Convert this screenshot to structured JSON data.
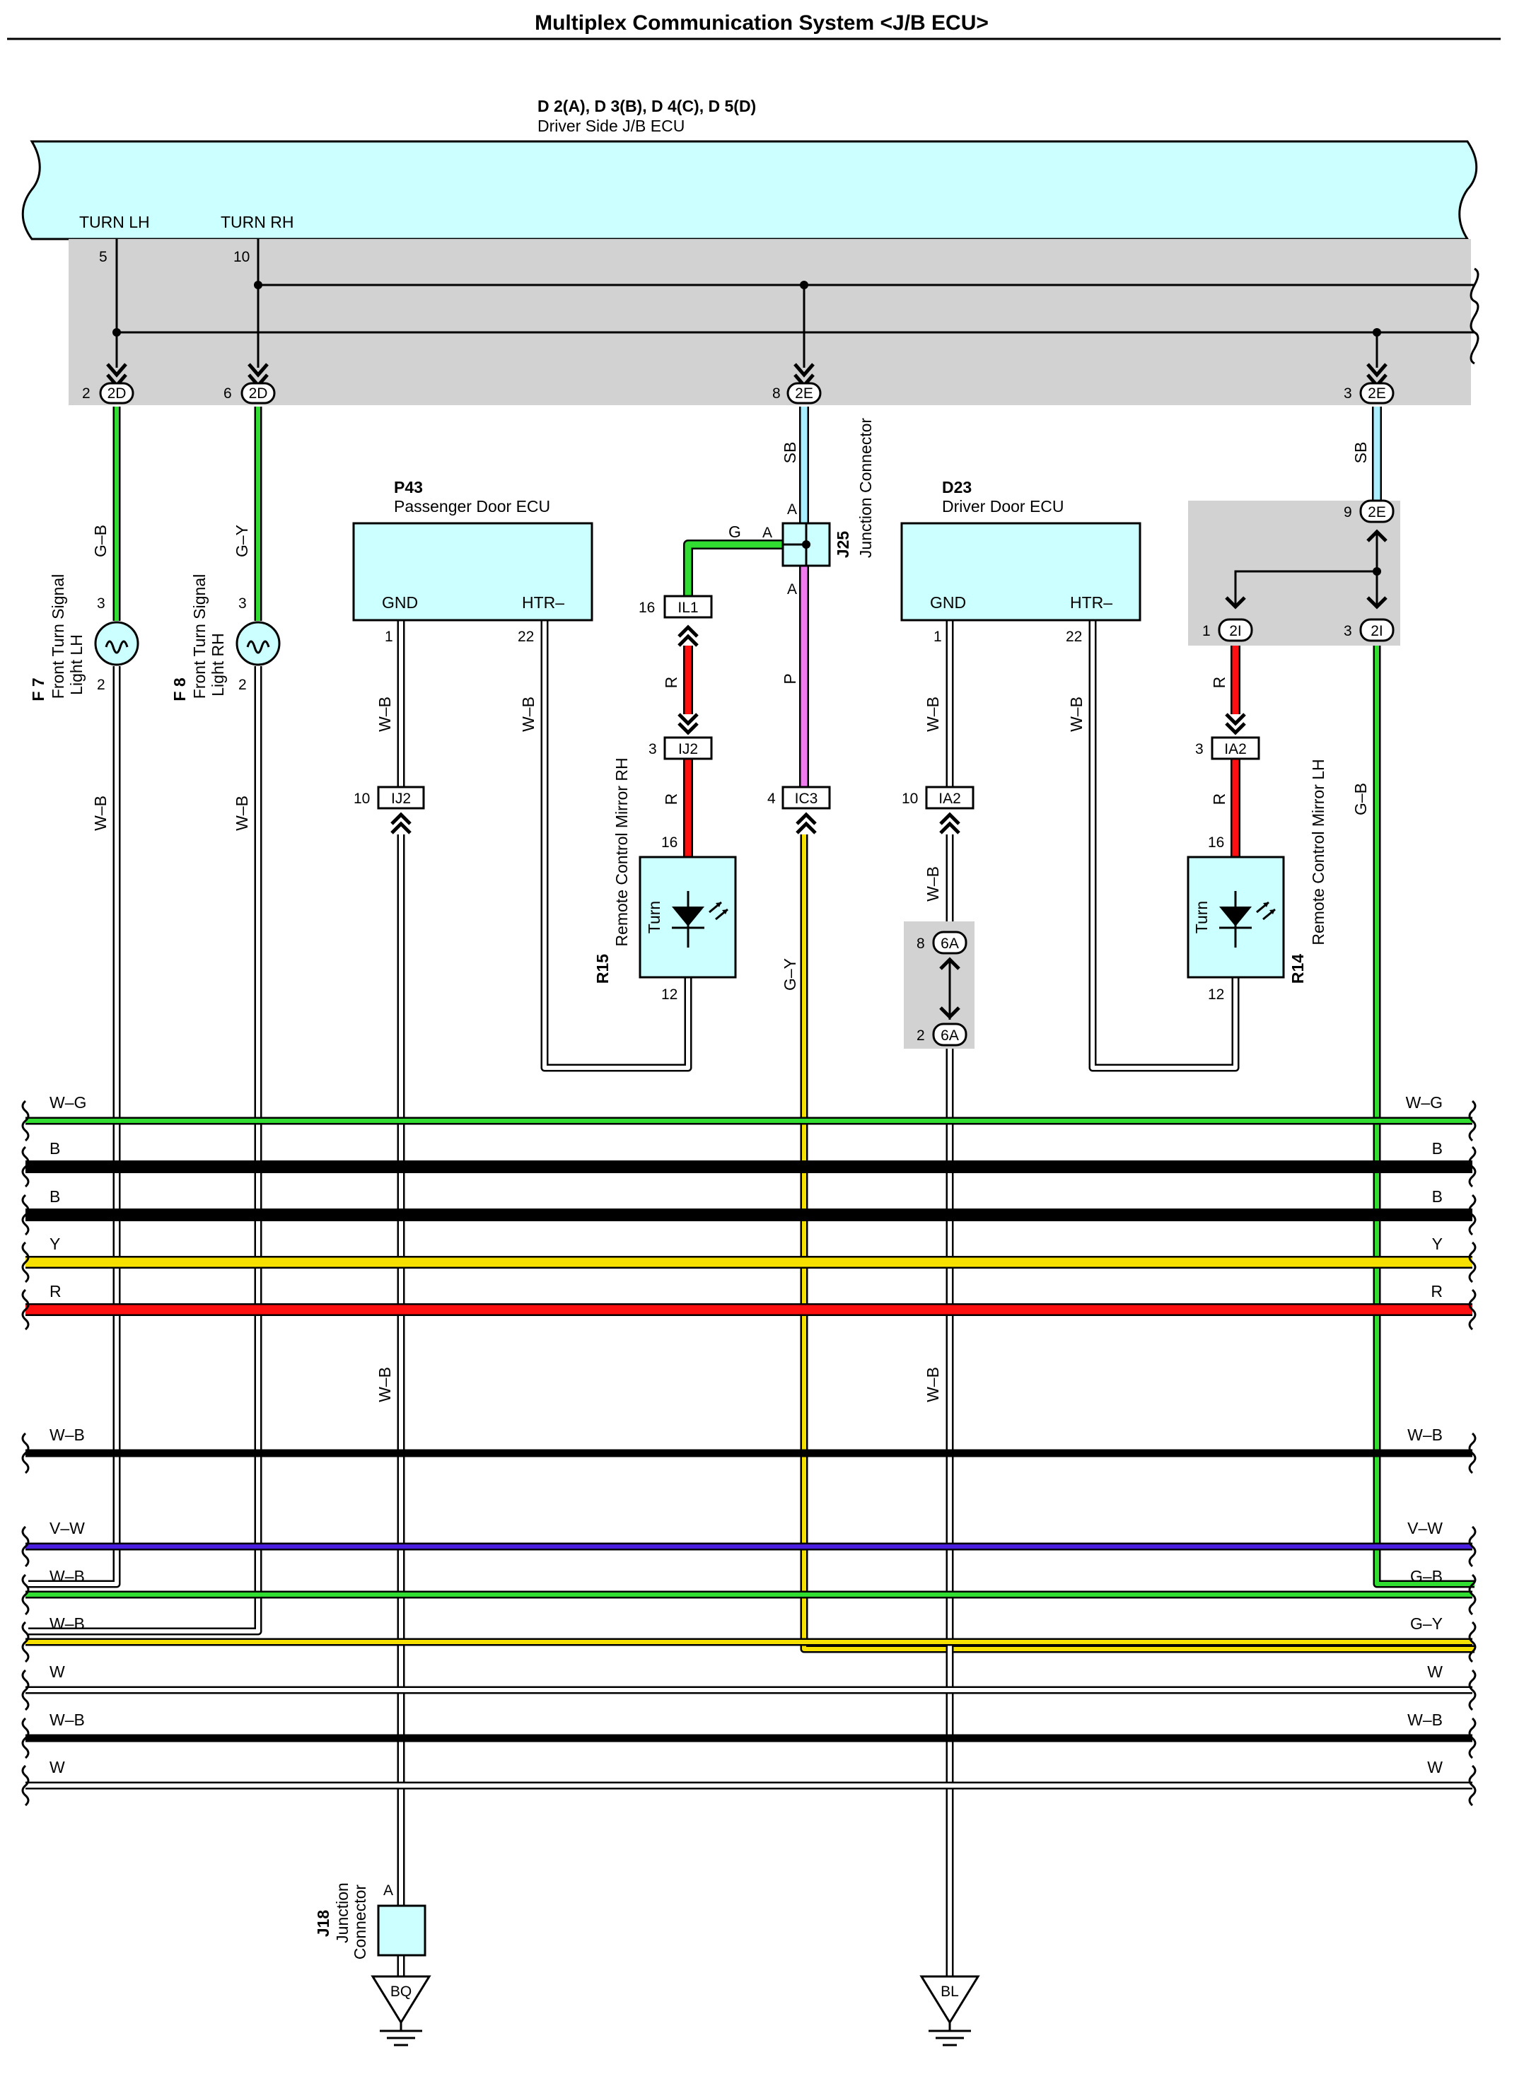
{
  "title": "Multiplex Communication System <J/B ECU>",
  "jb_ecu": {
    "codes": "D 2(A), D 3(B), D 4(C), D 5(D)",
    "name": "Driver Side J/B ECU",
    "turn_lh": "TURN LH",
    "turn_rh": "TURN RH",
    "pin_lh": "5",
    "pin_rh": "10"
  },
  "connectors_top": [
    {
      "pin": "2",
      "code": "2D"
    },
    {
      "pin": "6",
      "code": "2D"
    },
    {
      "pin": "8",
      "code": "2E"
    },
    {
      "pin": "3",
      "code": "2E"
    }
  ],
  "f7": {
    "id": "F 7",
    "name_line1": "Front Turn Signal",
    "name_line2": "Light LH",
    "pin_top": "3",
    "pin_bot": "2",
    "wire_top": "G–B",
    "wire_bot": "W–B"
  },
  "f8": {
    "id": "F 8",
    "name_line1": "Front Turn Signal",
    "name_line2": "Light RH",
    "pin_top": "3",
    "pin_bot": "2",
    "wire_top": "G–Y",
    "wire_bot": "W–B"
  },
  "p43": {
    "id": "P43",
    "name": "Passenger Door ECU",
    "gnd": "GND",
    "htr": "HTR–",
    "pin_gnd": "1",
    "pin_htr": "22",
    "wire_gnd": "W–B",
    "wire_htr": "W–B",
    "conn_pin": "10",
    "conn": "IJ2"
  },
  "j25": {
    "id": "J25",
    "name": "Junction Connector",
    "a_top": "A",
    "a_left": "A",
    "a_bot": "A",
    "wire_top": "SB",
    "wire_left": "G",
    "wire_bot": "P"
  },
  "r15": {
    "id": "R15",
    "name": "Remote Control Mirror RH",
    "turn": "Turn",
    "il1_pin": "16",
    "il1": "IL1",
    "ij2_pin": "3",
    "ij2": "IJ2",
    "wire_a": "R",
    "wire_b": "R",
    "pin_in": "16",
    "pin_out": "12"
  },
  "ic3": {
    "pin": "4",
    "code": "IC3",
    "wire": "G–Y"
  },
  "d23": {
    "id": "D23",
    "name": "Driver Door ECU",
    "gnd": "GND",
    "htr": "HTR–",
    "pin_gnd": "1",
    "pin_htr": "22",
    "wire_gnd": "W–B",
    "wire_htr": "W–B",
    "conn_pin": "10",
    "conn": "IA2",
    "wire_below": "W–B",
    "a6_top_pin": "8",
    "a6_bot_pin": "2",
    "a6": "6A",
    "wire_low": "W–B"
  },
  "r14": {
    "id": "R14",
    "name": "Remote Control Mirror LH",
    "turn": "Turn",
    "c2e_pin": "9",
    "c2e": "2E",
    "c2i_left_pin": "1",
    "c2i_right_pin": "3",
    "c2i": "2I",
    "wire_top": "SB",
    "wire_r1": "R",
    "wire_r2": "R",
    "ia2_pin": "3",
    "ia2": "IA2",
    "pin_in": "16",
    "pin_out": "12",
    "wire_gb": "G–B"
  },
  "j18": {
    "id": "J18",
    "name_line1": "Junction",
    "name_line2": "Connector",
    "pin": "A",
    "wire": "W–B"
  },
  "grounds": {
    "bq": "BQ",
    "bl": "BL"
  },
  "bus": [
    {
      "left": "W–G",
      "right": "W–G",
      "color": "#30dd30"
    },
    {
      "left": "B",
      "right": "B",
      "color": "#000000"
    },
    {
      "left": "B",
      "right": "B",
      "color": "#000000"
    },
    {
      "left": "Y",
      "right": "Y",
      "color": "#f5e000"
    },
    {
      "left": "R",
      "right": "R",
      "color": "#ff1010"
    },
    {
      "left": "W–B",
      "right": "W–B",
      "color": "#000000"
    },
    {
      "left": "V–W",
      "right": "V–W",
      "color": "#4b1fe0"
    },
    {
      "left": "W–B",
      "right": "G–B",
      "color": "#30dd30"
    },
    {
      "left": "W–B",
      "right": "G–Y",
      "color": "#f5e000"
    },
    {
      "left": "W",
      "right": "W",
      "color": "#ffffff"
    },
    {
      "left": "W–B",
      "right": "W–B",
      "color": "#000000"
    },
    {
      "left": "W",
      "right": "W",
      "color": "#ffffff"
    }
  ],
  "colors": {
    "ecu_fill": "#ccffff",
    "panel": "#d2d2d2",
    "green": "#30dd30",
    "cyan": "#a8efff",
    "magenta": "#f07af0",
    "red": "#ff1010",
    "yellow": "#f5e000"
  }
}
